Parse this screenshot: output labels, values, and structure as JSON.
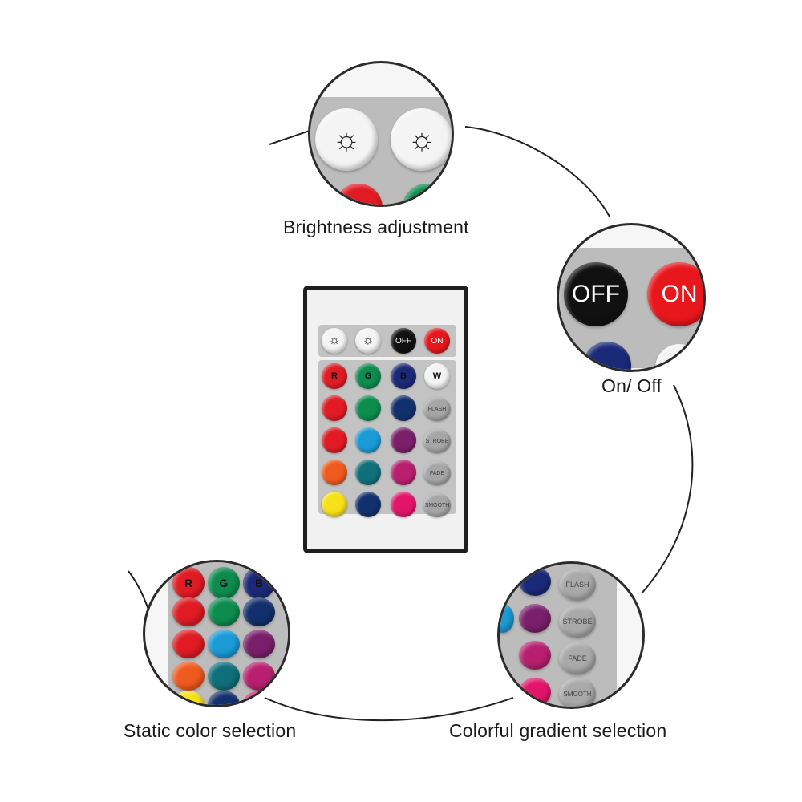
{
  "captions": {
    "brightness": "Brightness adjustment",
    "onoff": "On/ Off",
    "static": "Static color selection",
    "gradient": "Colorful gradient selection"
  },
  "buttons": {
    "off": "OFF",
    "on": "ON",
    "r": "R",
    "g": "G",
    "b": "B",
    "w": "W",
    "flash": "FLASH",
    "strobe": "STROBE",
    "fade": "FADE",
    "smooth": "SMOOTH"
  },
  "icons": {
    "brightness_up": "sun-up-icon",
    "brightness_down": "sun-down-icon"
  },
  "colors": {
    "red": "#e01b24",
    "green": "#0d8c4e",
    "blue": "#1b2a78",
    "on_red": "#e8171b",
    "off_black": "#111111",
    "cyan": "#1a9bd6",
    "purple": "#7a1f6a",
    "orange": "#ef5a1e",
    "teal": "#0f6f7a",
    "magenta": "#b8206f",
    "yellow": "#f6e01a",
    "navy": "#13306e",
    "pink": "#e2156b"
  }
}
